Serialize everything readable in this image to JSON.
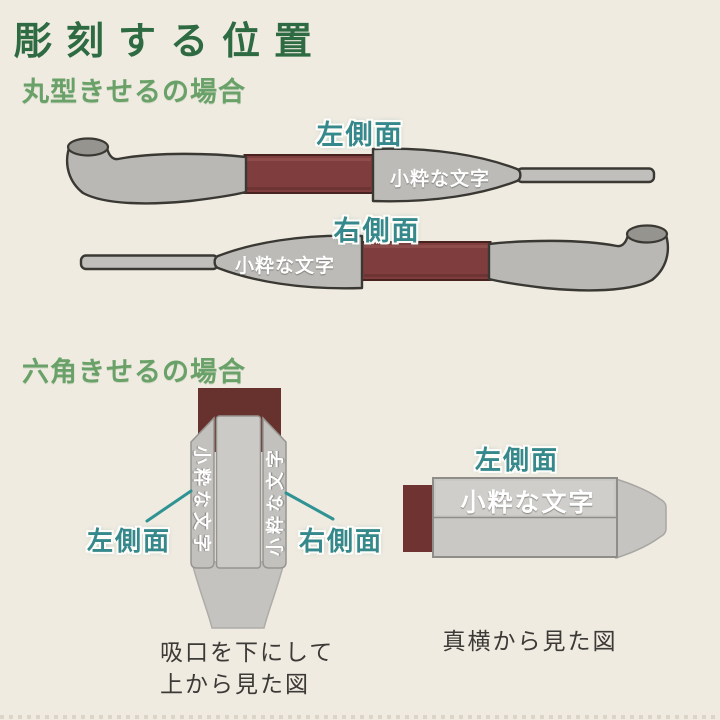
{
  "page": {
    "title": "彫刻する位置",
    "background_color": "#f0ebe1",
    "title_color": "#2e6b43",
    "subtitle_color": "#69a169",
    "label_color": "#35888b",
    "pipe_gray": "#b9b8b5",
    "wrap_red": "#7f3e3d",
    "shank_maroon": "#67312e",
    "engraving_sample": "小粋な文字"
  },
  "sections": {
    "round": {
      "subtitle": "丸型きせるの場合",
      "left_label": "左側面",
      "right_label": "右側面",
      "engraving_left": "小粋な文字",
      "engraving_right": "小粋な文字"
    },
    "hex": {
      "subtitle": "六角きせるの場合",
      "top_view": {
        "left_label": "左側面",
        "right_label": "右側面",
        "engraving_left": "小粋な文字",
        "engraving_right": "小粋な文字",
        "caption_line1": "吸口を下にして",
        "caption_line2": "上から見た図"
      },
      "side_view": {
        "label": "左側面",
        "engraving": "小粋な文字",
        "caption": "真横から見た図"
      }
    }
  }
}
